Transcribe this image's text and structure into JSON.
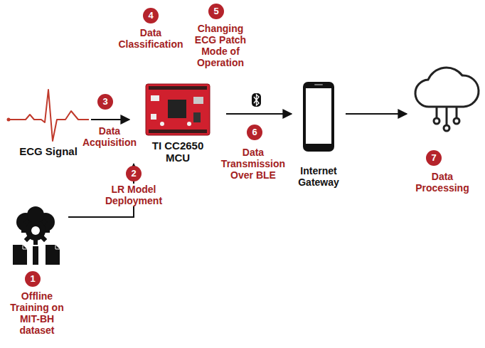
{
  "diagram": {
    "nodes": [
      {
        "text": [
          "ECG Signal"
        ]
      },
      {
        "text": [
          "TI CC2650 MCU"
        ]
      },
      {
        "text": [
          "Internet Gateway"
        ]
      },
      {
        "text": [
          "Data Processing"
        ]
      },
      {
        "text": [
          "Offline Training on MIT-BH dataset"
        ]
      }
    ],
    "edges": [
      {
        "from": 0,
        "to": 1,
        "label": "Data Acquisition",
        "arrow": "to"
      },
      {
        "from": 4,
        "to": 1,
        "label": "LR Model Deployment",
        "arrow": "to"
      },
      {
        "from": 1,
        "to": 2,
        "label": "Data Transmission Over BLE",
        "arrow": "to"
      },
      {
        "from": 2,
        "to": 3,
        "arrow": "to"
      }
    ],
    "labels": [
      "4",
      "5",
      "Data Classification",
      "Changing ECG Patch Mode of Operation",
      "3",
      "2",
      "6",
      "7",
      "1"
    ]
  }
}
